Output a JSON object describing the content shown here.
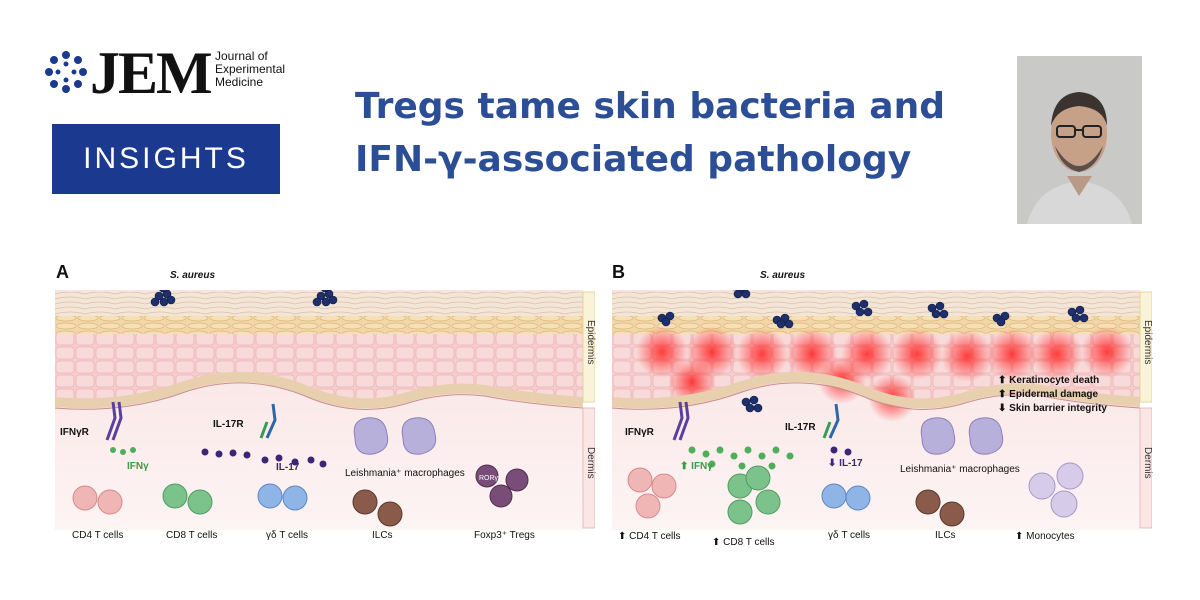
{
  "header": {
    "journal_abbr": "JEM",
    "journal_name": [
      "Journal of",
      "Experimental",
      "Medicine"
    ],
    "section": "INSIGHTS",
    "title_lines": [
      "Tregs tame skin bacteria and",
      "IFN-γ-associated pathology"
    ]
  },
  "colors": {
    "brand_blue": "#1b3a8f",
    "title_blue": "#2c4e96"
  },
  "panel_a": {
    "label": "A",
    "bacteria": "S. aureus",
    "layers": {
      "epidermis": "Epidermis",
      "dermis": "Dermis"
    },
    "receptors": {
      "ifngr": "IFNγR",
      "il17r": "IL-17R"
    },
    "cytokines": {
      "ifng": "IFNγ",
      "il17": "IL-17"
    },
    "macrophages": "Leishmania⁺ macrophages",
    "treg_marker": "RORγt",
    "cells": [
      "CD4 T cells",
      "CD8 T cells",
      "γδ T cells",
      "ILCs",
      "Foxp3⁺ Tregs"
    ]
  },
  "panel_b": {
    "label": "B",
    "bacteria": "S. aureus",
    "layers": {
      "epidermis": "Epidermis",
      "dermis": "Dermis"
    },
    "receptors": {
      "ifngr": "IFNγR",
      "il17r": "IL-17R"
    },
    "cytokines": {
      "ifng": "IFNγ",
      "il17": "IL-17"
    },
    "effects": [
      "Keratinocyte death",
      "Epidermal damage",
      "Skin barrier integrity"
    ],
    "macrophages": "Leishmania⁺ macrophages",
    "cells": [
      "CD4 T cells",
      "CD8 T cells",
      "γδ T cells",
      "ILCs",
      "Monocytes"
    ]
  }
}
